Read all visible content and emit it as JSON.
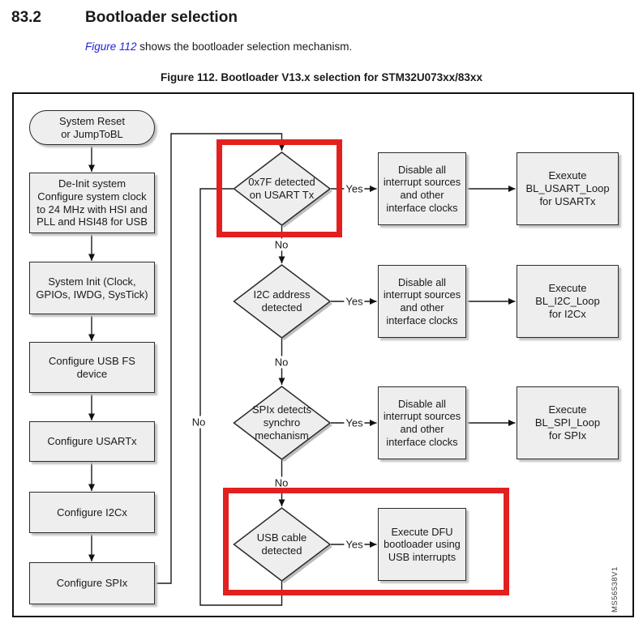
{
  "page": {
    "section_number": "83.2",
    "section_title": "Bootloader selection",
    "intro_link": "Figure 112",
    "intro_rest": " shows the bootloader selection mechanism.",
    "figure_caption": "Figure 112. Bootloader V13.x selection for STM32U073xx/83xx",
    "watermark": "MS56538V1"
  },
  "colors": {
    "highlight_red": "#e2201f",
    "link_blue": "#2323dd",
    "node_fill": "#eeeeee",
    "node_border": "#2b2b2b"
  },
  "flowchart": {
    "start": "System Reset\nor JumpToBL",
    "steps": [
      "De-Init system\nConfigure system clock\nto 24 MHz with HSI and\nPLL and HSI48 for USB",
      "System Init (Clock,\nGPIOs, IWDG, SysTick)",
      "Configure USB FS\ndevice",
      "Configure USARTx",
      "Configure I2Cx",
      "Configure SPIx"
    ],
    "rows": [
      {
        "decision": "0x7F detected\non USART Tx",
        "action": "Disable all\ninterrupt sources\nand other\ninterface clocks",
        "result": "Exexute\nBL_USART_Loop\nfor USARTx"
      },
      {
        "decision": "I2C address\ndetected",
        "action": "Disable all\ninterrupt sources\nand other\ninterface clocks",
        "result": "Execute\nBL_I2C_Loop\nfor I2Cx"
      },
      {
        "decision": "SPIx detects\nsynchro\nmechanism",
        "action": "Disable all\ninterrupt sources\nand other\ninterface clocks",
        "result": "Execute\nBL_SPI_Loop\nfor SPIx"
      },
      {
        "decision": "USB cable\ndetected",
        "action": "Execute DFU\nbootloader using\nUSB interrupts"
      }
    ],
    "labels": {
      "yes": "Yes",
      "no": "No"
    }
  }
}
